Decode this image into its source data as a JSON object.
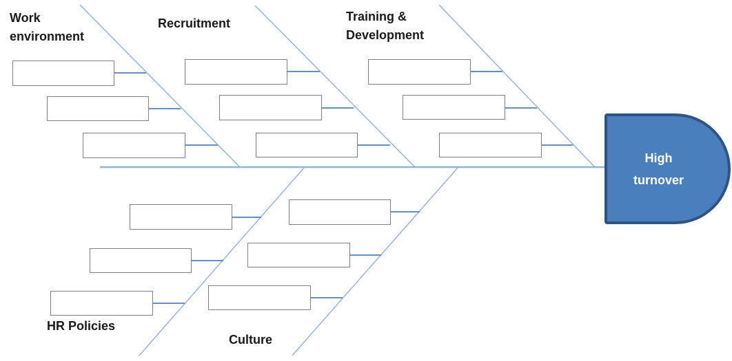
{
  "diagram": {
    "type": "fishbone-cause-effect",
    "effect": {
      "label": "High turnover",
      "fill_color": "#4b7ebc",
      "border_color": "#2e5484",
      "text_color": "#ffffff"
    },
    "categories": [
      {
        "id": "work-environment",
        "label": "Work environment",
        "position": "top",
        "causes": [
          "",
          "",
          ""
        ]
      },
      {
        "id": "recruitment",
        "label": "Recruitment",
        "position": "top",
        "causes": [
          "",
          "",
          ""
        ]
      },
      {
        "id": "training-development",
        "label": "Training & Development",
        "position": "top",
        "causes": [
          "",
          "",
          ""
        ]
      },
      {
        "id": "hr-policies",
        "label": "HR Policies",
        "position": "bottom",
        "causes": [
          "",
          "",
          ""
        ]
      },
      {
        "id": "culture",
        "label": "Culture",
        "position": "bottom",
        "causes": [
          "",
          "",
          ""
        ]
      }
    ],
    "colors": {
      "spine": "#95b3d7",
      "branch": "#8fafdc",
      "connector": "#4f81bd",
      "box_border": "#808080",
      "label_text": "#1a1a1a"
    }
  }
}
